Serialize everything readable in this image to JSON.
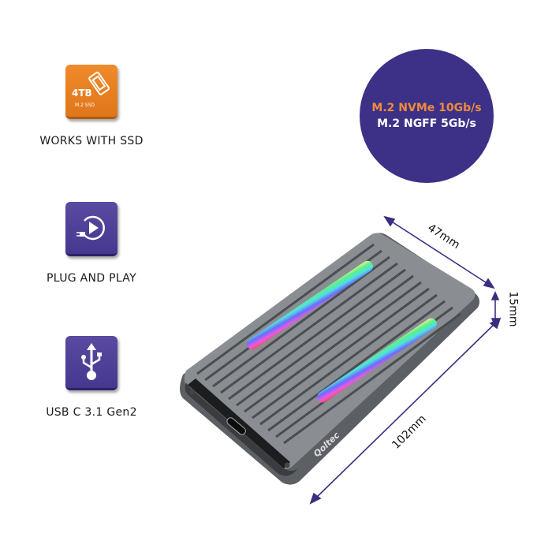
{
  "features": [
    {
      "icon": "ssd-chip-icon",
      "tile_text": "4TB",
      "tile_subtext": "M.2 SSD",
      "label": "WORKS WITH SSD",
      "color": "#e8801f"
    },
    {
      "icon": "plug-play-icon",
      "label": "PLUG AND PLAY",
      "color": "#4b3c94"
    },
    {
      "icon": "usb-icon",
      "label": "USB C 3.1 Gen2",
      "color": "#4b3c94"
    }
  ],
  "badge": {
    "line1": "M.2 NVMe 10Gb/s",
    "line2": "M.2 NGFF 5Gb/s",
    "bg_color": "#3c3187",
    "accent_color": "#f08a3c"
  },
  "product": {
    "brand": "Qoltec",
    "dimensions": {
      "width": "47mm",
      "height": "15mm",
      "length": "102mm"
    }
  }
}
